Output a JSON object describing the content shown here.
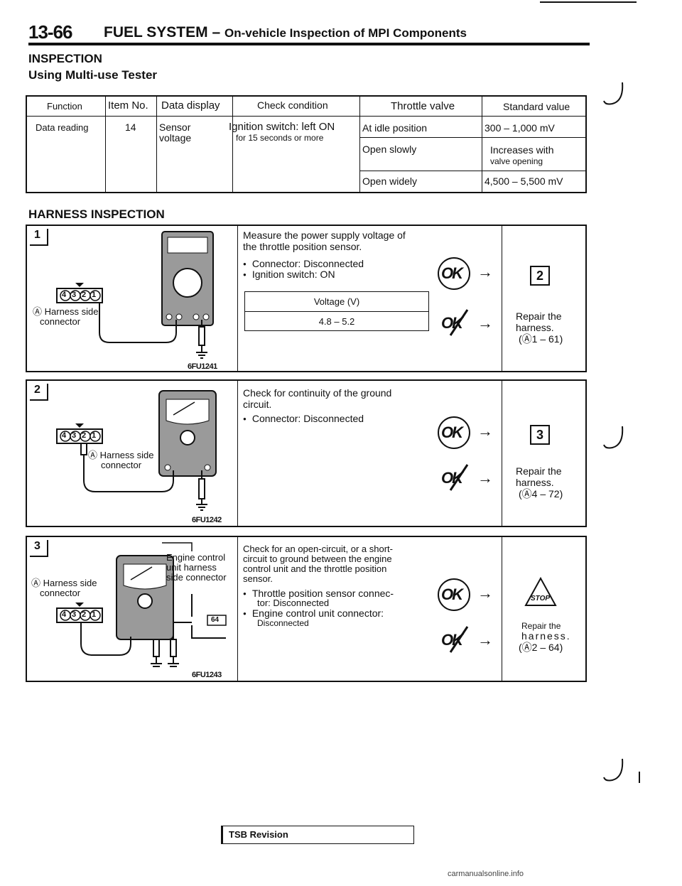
{
  "header": {
    "page_number": "13-66",
    "title": "FUEL SYSTEM –",
    "subtitle": "On-vehicle Inspection of MPI Components"
  },
  "inspection_heading": "INSPECTION",
  "tester_heading": "Using Multi-use Tester",
  "data_table": {
    "headers": [
      "Function",
      "Item No.",
      "Data display",
      "Check condition",
      "Throttle valve",
      "Standard value"
    ],
    "function": "Data reading",
    "item_no": "14",
    "data_display_1": "Sensor",
    "data_display_2": "voltage",
    "check_condition_1": "Ignition switch: left ON",
    "check_condition_2": "for 15 seconds or more",
    "rows": [
      {
        "throttle": "At idle position",
        "standard_1": "300 – 1,000 mV",
        "standard_2": ""
      },
      {
        "throttle": "Open slowly",
        "standard_1": "Increases with",
        "standard_2": "valve opening"
      },
      {
        "throttle": "Open widely",
        "standard_1": "4,500 – 5,500 mV",
        "standard_2": ""
      }
    ]
  },
  "harness_heading": "HARNESS INSPECTION",
  "steps": [
    {
      "number": "1",
      "harness_label_1": "Harness side",
      "harness_label_2": "connector",
      "pins": [
        "4",
        "3",
        "2",
        "1"
      ],
      "fig_code": "6FU1241",
      "instruction_1": "Measure the power supply voltage of",
      "instruction_2": "the throttle position sensor.",
      "bullets": [
        "Connector: Disconnected",
        "Ignition switch: ON"
      ],
      "voltage_header": "Voltage (V)",
      "voltage_value": "4.8 – 5.2",
      "ok": "OK",
      "ng": "OK",
      "next_step": "2",
      "repair_1": "Repair the",
      "repair_2": "harness.",
      "repair_3": "(Ⓐ1 – 61)"
    },
    {
      "number": "2",
      "harness_label_1": "Harness side",
      "harness_label_2": "connector",
      "pins": [
        "4",
        "3",
        "2",
        "1"
      ],
      "fig_code": "6FU1242",
      "instruction_1": "Check for continuity of the ground",
      "instruction_2": "circuit.",
      "bullets": [
        "Connector: Disconnected"
      ],
      "ok": "OK",
      "ng": "OK",
      "next_step": "3",
      "repair_1": "Repair the",
      "repair_2": "harness.",
      "repair_3": "(Ⓐ4 – 72)"
    },
    {
      "number": "3",
      "harness_label_1": "Harness side",
      "harness_label_2": "connector",
      "ecu_label_1": "Engine control",
      "ecu_label_2": "unit harness",
      "ecu_label_3": "side connector",
      "ecu_pin": "64",
      "pins": [
        "4",
        "3",
        "2",
        "1"
      ],
      "fig_code": "6FU1243",
      "instruction_1": "Check for an open-circuit, or a short-",
      "instruction_2": "circuit to ground between the engine",
      "instruction_3": "control unit and the throttle position",
      "instruction_4": "sensor.",
      "bullet_1a": "Throttle position sensor connec-",
      "bullet_1b": "tor: Disconnected",
      "bullet_2a": "Engine control unit connector:",
      "bullet_2b": "Disconnected",
      "ok": "OK",
      "ng": "OK",
      "stop": "STOP",
      "repair_1": "Repair the",
      "repair_2": "harness.",
      "repair_3": "(Ⓐ2 – 64)"
    }
  ],
  "tsb": "TSB Revision",
  "footer": "carmanualsonline.info"
}
